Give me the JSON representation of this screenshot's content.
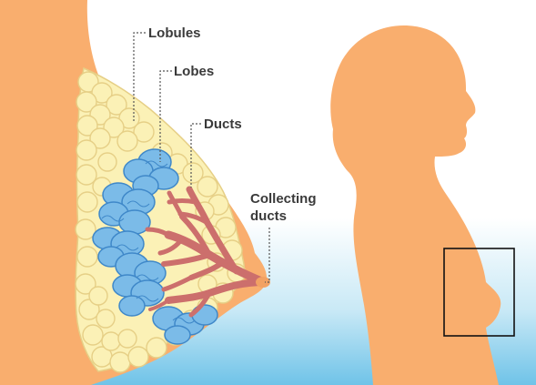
{
  "labels": {
    "lobules": "Lobules",
    "lobes": "Lobes",
    "ducts": "Ducts",
    "collecting_line1": "Collecting",
    "collecting_line2": "ducts"
  },
  "colors": {
    "skin": "#f9ae6e",
    "fat": "#fbf1b6",
    "fat_outline": "#e6cf86",
    "lobe": "#7bbbe8",
    "lobe_outline": "#3f88c9",
    "duct": "#cc6f6c",
    "sky_top": "#ffffff",
    "sky_bottom": "#78c8ea",
    "leader": "#555555",
    "focus_box": "#111111"
  }
}
